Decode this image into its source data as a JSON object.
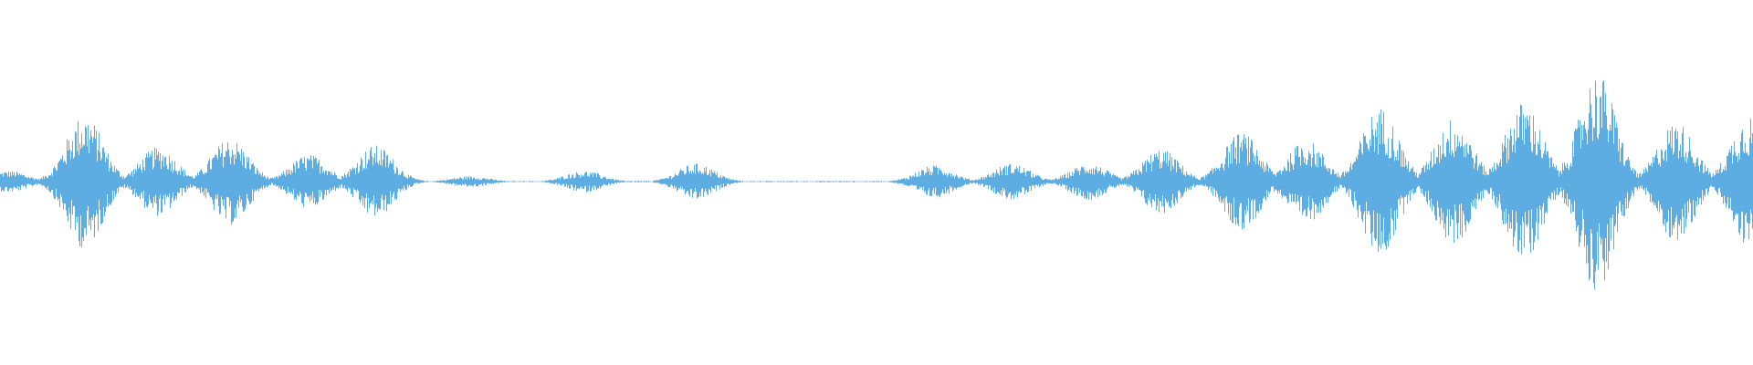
{
  "waveform": {
    "color": "#5dade2",
    "background": "#ffffff",
    "bursts": [
      {
        "center": 0.005,
        "amp": 0.06
      },
      {
        "center": 0.048,
        "amp": 0.37
      },
      {
        "center": 0.09,
        "amp": 0.19
      },
      {
        "center": 0.131,
        "amp": 0.24
      },
      {
        "center": 0.176,
        "amp": 0.15
      },
      {
        "center": 0.214,
        "amp": 0.2
      },
      {
        "center": 0.268,
        "amp": 0.03
      },
      {
        "center": 0.333,
        "amp": 0.06
      },
      {
        "center": 0.397,
        "amp": 0.1
      },
      {
        "center": 0.533,
        "amp": 0.09
      },
      {
        "center": 0.577,
        "amp": 0.1
      },
      {
        "center": 0.621,
        "amp": 0.1
      },
      {
        "center": 0.662,
        "amp": 0.18
      },
      {
        "center": 0.708,
        "amp": 0.27
      },
      {
        "center": 0.745,
        "amp": 0.23
      },
      {
        "center": 0.787,
        "amp": 0.41
      },
      {
        "center": 0.829,
        "amp": 0.35
      },
      {
        "center": 0.869,
        "amp": 0.44
      },
      {
        "center": 0.911,
        "amp": 0.6
      },
      {
        "center": 0.956,
        "amp": 0.33
      },
      {
        "center": 0.998,
        "amp": 0.37
      }
    ]
  }
}
